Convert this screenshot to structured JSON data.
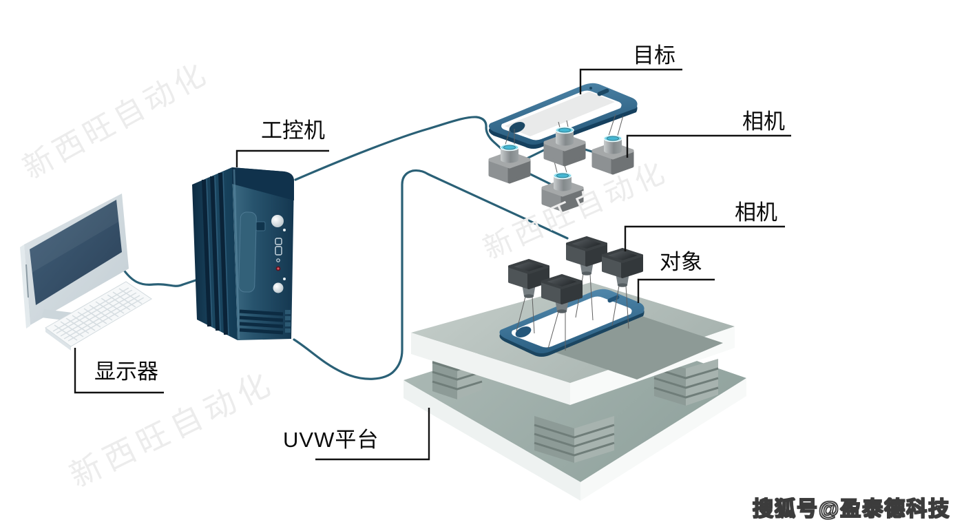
{
  "labels": {
    "target": "目标",
    "camera_top": "相机",
    "camera_bottom": "相机",
    "object": "对象",
    "industrial_pc": "工控机",
    "monitor": "显示器",
    "uvw_stage": "UVW平台"
  },
  "watermark": {
    "text": "新西旺自动化",
    "badge": "搜狐号@盈泰德科技"
  },
  "colors": {
    "cable": "#2a6076",
    "leader_line": "#111111",
    "lens_cyan": "#7ed7ea",
    "phone_frame": "#3f7395",
    "pc_body": "#1d4560",
    "platform_top": "#b7c2be"
  }
}
